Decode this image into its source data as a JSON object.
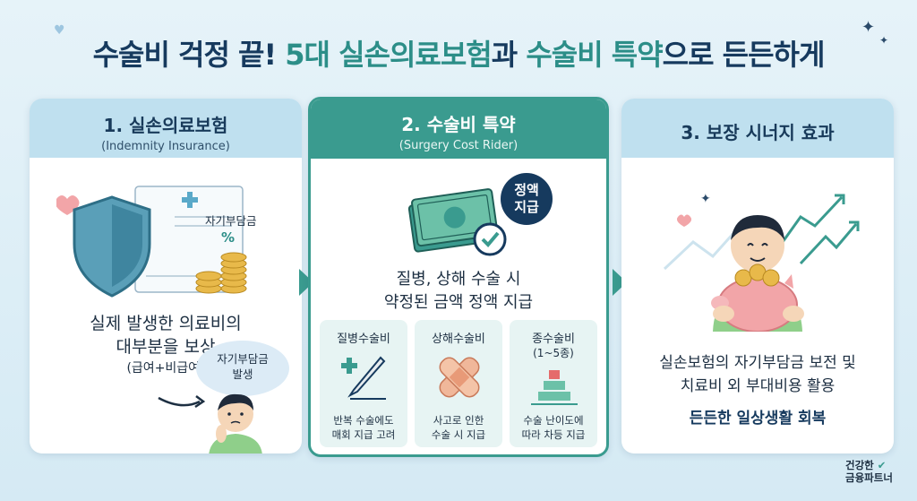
{
  "title": {
    "part1": "수술비 걱정 끝! ",
    "highlight1": "5대 실손의료보험",
    "part2": "과 ",
    "highlight2": "수술비 특약",
    "part3": "으로 든든하게"
  },
  "panel1": {
    "heading": "1. 실손의료보험",
    "subheading": "(Indemnity Insurance)",
    "doc_label": "자기부담금",
    "doc_percent": "%",
    "desc_line1": "실제 발생한 의료비의",
    "desc_line2": "대부분을 보상",
    "desc_line3": "(급여+비급여)",
    "bubble_line1": "자기부담금",
    "bubble_line2": "발생"
  },
  "panel2": {
    "heading": "2. 수술비 특약",
    "subheading": "(Surgery Cost Rider)",
    "badge_line1": "정액",
    "badge_line2": "지급",
    "desc_line1": "질병, 상해 수술 시",
    "desc_line2": "약정된 금액 정액 지급",
    "subs": [
      {
        "label": "질병수술비",
        "label2": "",
        "desc1": "반복 수술에도",
        "desc2": "매회 지급 고려"
      },
      {
        "label": "상해수술비",
        "label2": "",
        "desc1": "사고로 인한",
        "desc2": "수술 시 지급"
      },
      {
        "label": "종수술비",
        "label2": "(1~5종)",
        "desc1": "수술 난이도에",
        "desc2": "따라 차등 지급"
      }
    ]
  },
  "panel3": {
    "heading": "3. 보장 시너지 효과",
    "desc_line1": "실손보험의 자기부담금 보전 및",
    "desc_line2": "치료비 외 부대비용 활용",
    "desc_line3": "든든한 일상생활 회복"
  },
  "logo": {
    "line1": "건강한",
    "line2": "금융파트너"
  },
  "colors": {
    "teal": "#3a9b8f",
    "navy": "#163a5e",
    "light_blue": "#bfe0ef",
    "pink": "#f2a5a8"
  }
}
